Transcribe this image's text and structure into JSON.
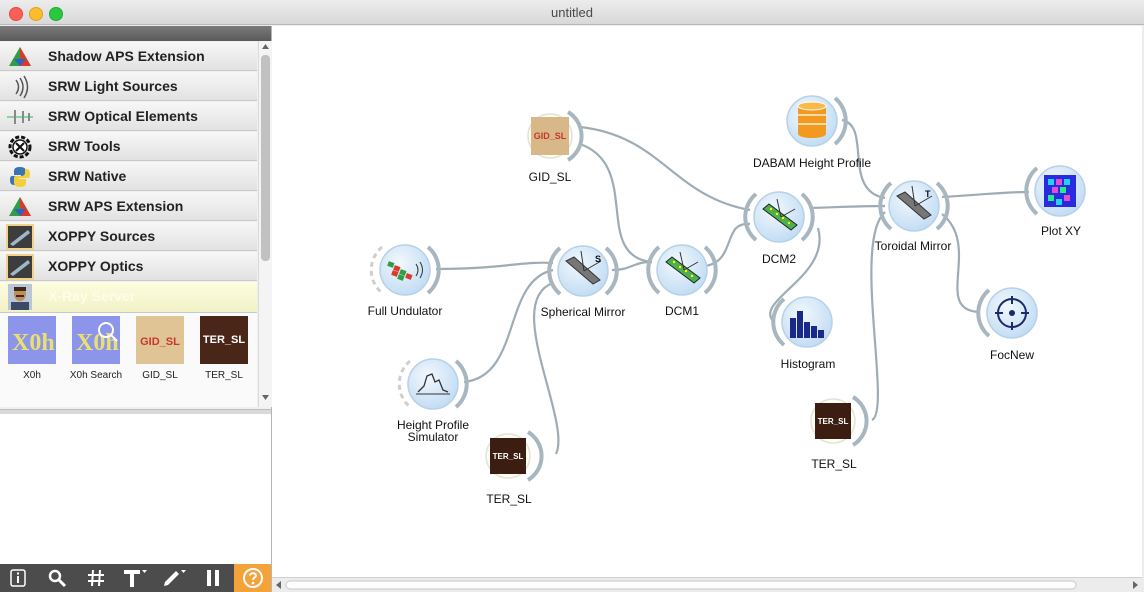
{
  "window": {
    "title": "untitled"
  },
  "categories": [
    {
      "label": "Shadow APS Extension",
      "icon": "shadow-aps-extension-icon"
    },
    {
      "label": "SRW Light Sources",
      "icon": "srw-light-sources-icon"
    },
    {
      "label": "SRW Optical Elements",
      "icon": "srw-optical-elements-icon"
    },
    {
      "label": "SRW Tools",
      "icon": "srw-tools-icon"
    },
    {
      "label": "SRW Native",
      "icon": "srw-native-icon"
    },
    {
      "label": "SRW APS Extension",
      "icon": "srw-aps-extension-icon"
    },
    {
      "label": "XOPPY Sources",
      "icon": "xoppy-sources-icon"
    },
    {
      "label": "XOPPY Optics",
      "icon": "xoppy-optics-icon"
    },
    {
      "label": "X-Ray Server",
      "icon": "x-ray-server-icon"
    }
  ],
  "widgets": [
    {
      "label": "X0h",
      "thumb": "X0h"
    },
    {
      "label": "X0h Search",
      "thumb": "X0h"
    },
    {
      "label": "GID_SL",
      "thumb": "GID_SL"
    },
    {
      "label": "TER_SL",
      "thumb": "TER_SL"
    }
  ],
  "nodes": {
    "gid_sl": {
      "label": "GID_SL",
      "thumb": "GID_SL"
    },
    "dabam": {
      "label": "DABAM Height Profile"
    },
    "toroidal": {
      "label": "Toroidal Mirror",
      "badge": "T"
    },
    "plot_xy": {
      "label": "Plot XY"
    },
    "full_undulator": {
      "label": "Full Undulator"
    },
    "spherical": {
      "label": "Spherical Mirror",
      "badge": "S"
    },
    "dcm1": {
      "label": "DCM1"
    },
    "dcm2": {
      "label": "DCM2"
    },
    "histogram": {
      "label": "Histogram"
    },
    "focnew": {
      "label": "FocNew"
    },
    "height_profile": {
      "label_line1": "Height Profile",
      "label_line2": "Simulator"
    },
    "ter_sl_1": {
      "label": "TER_SL",
      "thumb": "TER_SL"
    },
    "ter_sl_2": {
      "label": "TER_SL",
      "thumb": "TER_SL"
    }
  },
  "colors": {
    "link": "#9aa9b3",
    "node_fill": "#cfe3f5",
    "accent_orange": "#f4a23a"
  }
}
